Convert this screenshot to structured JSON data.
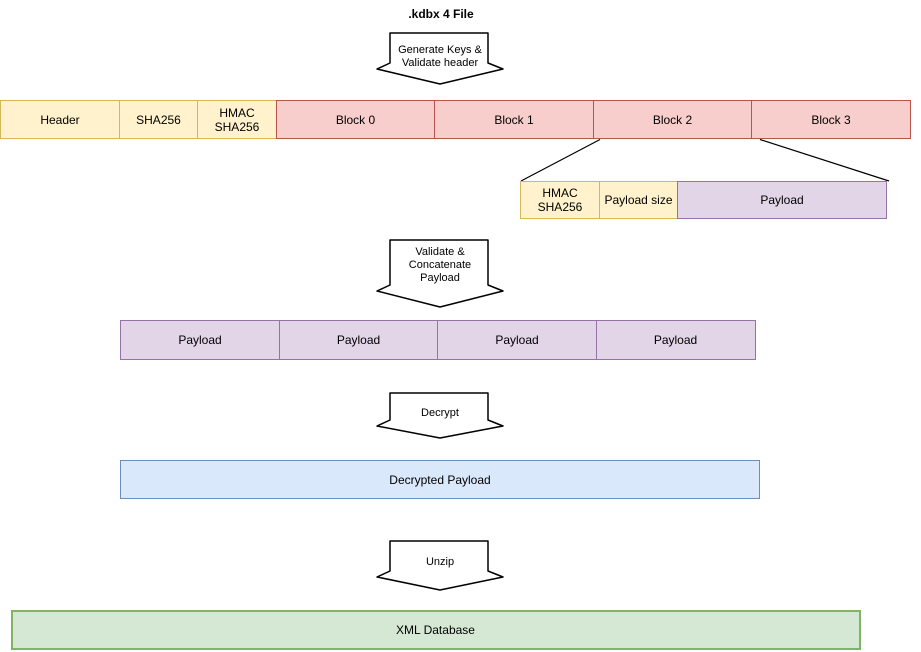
{
  "title": ".kdbx 4 File",
  "colors": {
    "yellow_fill": "#FFF2CC",
    "yellow_border": "#D6B656",
    "red_fill": "#F8CECC",
    "red_border": "#B85450",
    "purple_fill": "#E1D5E7",
    "purple_border": "#9673A6",
    "blue_fill": "#DAE8FC",
    "blue_border": "#6C8EBF",
    "green_fill": "#D5E8D4",
    "green_border": "#82B366",
    "stroke": "#000000"
  },
  "arrows": {
    "generate_keys": "Generate Keys &\nValidate header",
    "validate_concatenate": "Validate &\nConcatenate\nPayload",
    "decrypt": "Decrypt",
    "unzip": "Unzip"
  },
  "file_row": {
    "cells": [
      {
        "label": "Header",
        "color": "yellow"
      },
      {
        "label": "SHA256",
        "color": "yellow"
      },
      {
        "label": "HMAC\nSHA256",
        "color": "yellow"
      },
      {
        "label": "Block 0",
        "color": "red"
      },
      {
        "label": "Block 1",
        "color": "red"
      },
      {
        "label": "Block 2",
        "color": "red"
      },
      {
        "label": "Block 3",
        "color": "red"
      }
    ]
  },
  "block_detail_row": {
    "cells": [
      {
        "label": "HMAC\nSHA256",
        "color": "yellow"
      },
      {
        "label": "Payload size",
        "color": "yellow"
      },
      {
        "label": "Payload",
        "color": "purple"
      }
    ]
  },
  "payload_row": {
    "cells": [
      {
        "label": "Payload"
      },
      {
        "label": "Payload"
      },
      {
        "label": "Payload"
      },
      {
        "label": "Payload"
      }
    ]
  },
  "decrypted_payload": {
    "label": "Decrypted Payload"
  },
  "xml_database": {
    "label": "XML Database"
  }
}
